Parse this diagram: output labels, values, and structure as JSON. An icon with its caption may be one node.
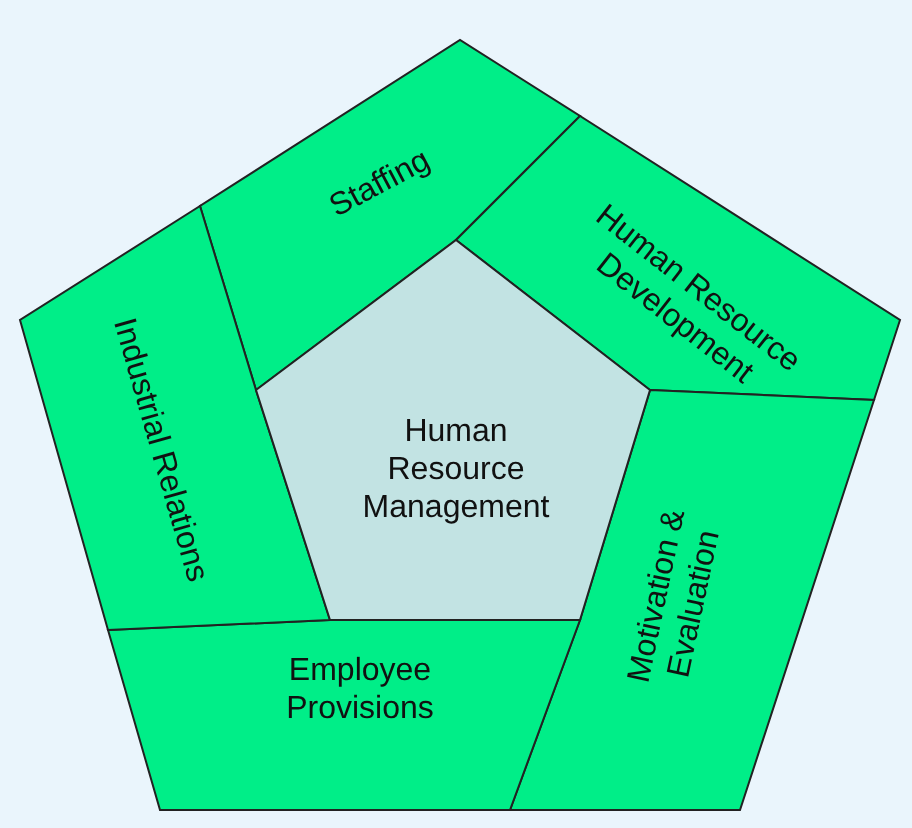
{
  "diagram": {
    "nodes": [
      {
        "text": [
          "Staffing"
        ]
      },
      {
        "text": [
          "Human Resource Development"
        ]
      },
      {
        "text": [
          "Motivation & Evaluation"
        ]
      },
      {
        "text": [
          "Employee Provisions"
        ]
      },
      {
        "text": [
          "Industrial Relations"
        ]
      },
      {
        "text": [
          "Human Resource Management"
        ]
      }
    ]
  }
}
